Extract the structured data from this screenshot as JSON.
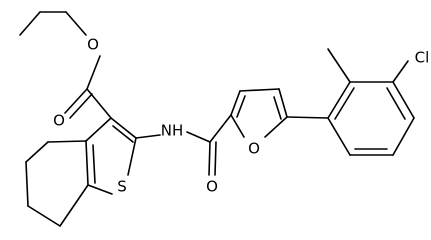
{
  "structure": {
    "atoms": {
      "ester_O": "O",
      "carbonyl_O": "O",
      "amide_N": "NH",
      "amide_O": "O",
      "furan_O": "O",
      "thiophene_S": "S",
      "chloro": "Cl"
    }
  }
}
